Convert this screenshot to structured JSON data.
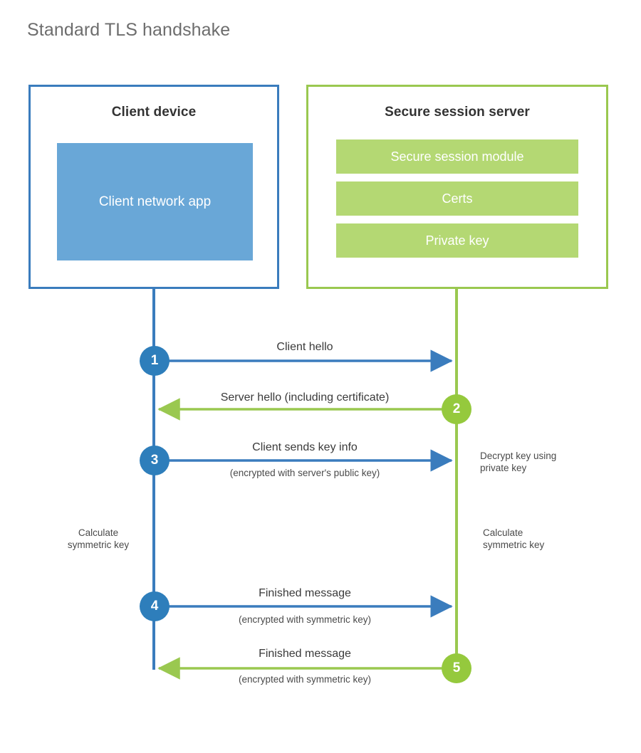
{
  "title": "Standard TLS handshake",
  "colors": {
    "client_border": "#3a7cbd",
    "client_fill": "#69a7d7",
    "client_badge": "#2e7ebb",
    "client_line": "#3a7cbd",
    "server_border": "#9ac850",
    "server_fill": "#b4d873",
    "server_badge": "#95c93d",
    "server_line": "#9ac850",
    "title_text": "#6d6d6d",
    "body_text": "#3a3a3a",
    "background": "#ffffff"
  },
  "participants": {
    "client": {
      "title": "Client device",
      "blocks": [
        {
          "label": "Client network app"
        }
      ]
    },
    "server": {
      "title": "Secure session server",
      "blocks": [
        {
          "label": "Secure session module"
        },
        {
          "label": "Certs"
        },
        {
          "label": "Private key"
        }
      ]
    }
  },
  "steps": [
    {
      "number": "1",
      "origin": "client",
      "direction": "client-to-server",
      "label": "Client hello",
      "sublabel": ""
    },
    {
      "number": "2",
      "origin": "server",
      "direction": "server-to-client",
      "label": "Server hello (including certificate)",
      "sublabel": ""
    },
    {
      "number": "3",
      "origin": "client",
      "direction": "client-to-server",
      "label": "Client sends key info",
      "sublabel": "(encrypted with server's public key)"
    },
    {
      "number": "4",
      "origin": "client",
      "direction": "client-to-server",
      "label": "Finished message",
      "sublabel": "(encrypted with symmetric key)"
    },
    {
      "number": "5",
      "origin": "server",
      "direction": "server-to-client",
      "label": "Finished message",
      "sublabel": "(encrypted with symmetric key)"
    }
  ],
  "annotations": [
    {
      "side": "server",
      "text": "Decrypt key using\nprivate key"
    },
    {
      "side": "client",
      "text": "Calculate\nsymmetric key"
    },
    {
      "side": "server",
      "text": "Calculate\nsymmetric key"
    }
  ]
}
